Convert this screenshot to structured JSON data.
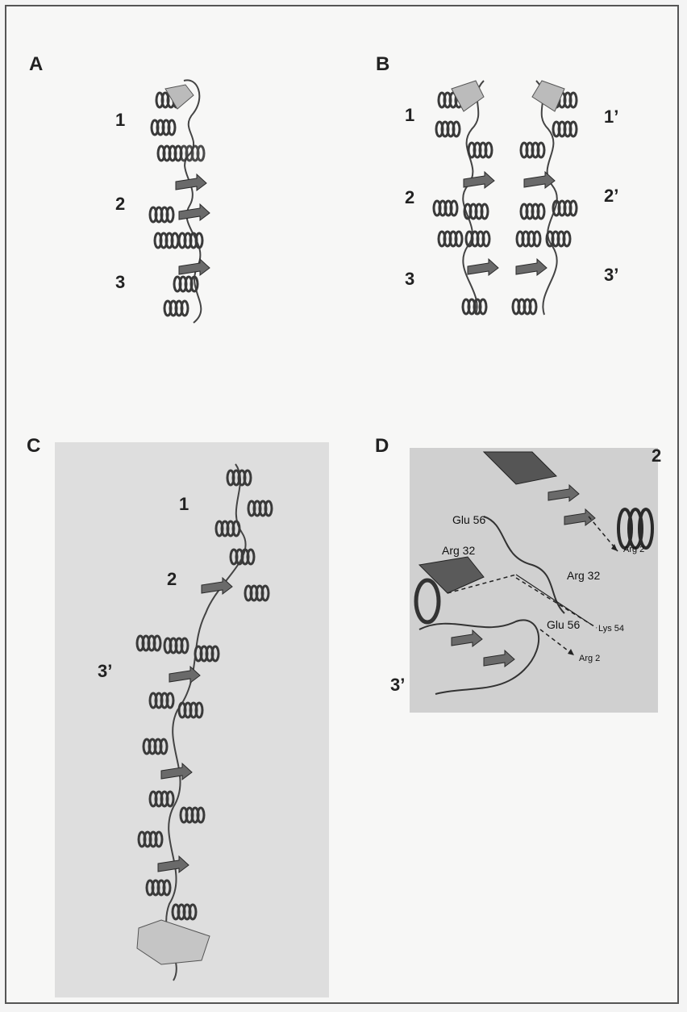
{
  "panels": {
    "A": {
      "letter": "A",
      "domains": [
        "1",
        "2",
        "3"
      ]
    },
    "B": {
      "letter": "B",
      "domains_left": [
        "1",
        "2",
        "3"
      ],
      "domains_right": [
        "1’",
        "2’",
        "3’"
      ]
    },
    "C": {
      "letter": "C",
      "domains": [
        "1",
        "2",
        "3’"
      ]
    },
    "D": {
      "letter": "D",
      "domain_top": "2",
      "domain_bottom": "3’",
      "residues": {
        "glu56_a": "Glu 56",
        "arg32_a": "Arg 32",
        "arg32_b": "Arg 32",
        "glu56_b": "Glu 56",
        "lys54": "Lys 54",
        "arg2_a": "Arg 2",
        "arg2_b": "Arg 2"
      }
    }
  }
}
